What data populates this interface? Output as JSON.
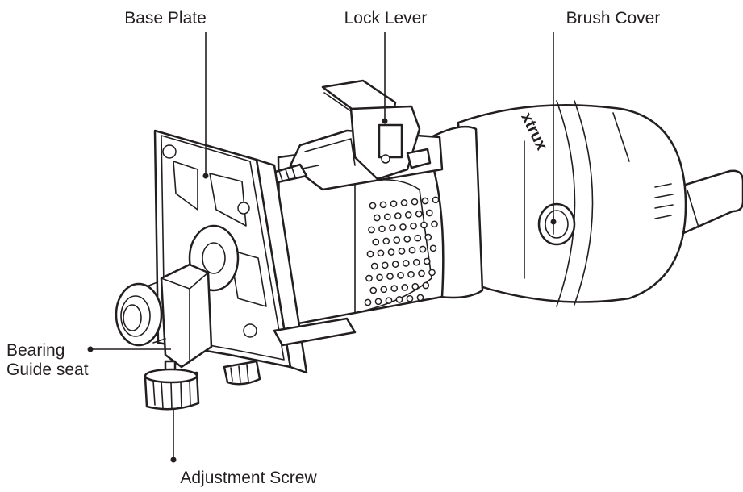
{
  "labels": {
    "base_plate": "Base Plate",
    "lock_lever": "Lock Lever",
    "brush_cover": "Brush Cover",
    "bearing_line1": "Bearing",
    "bearing_line2": "Guide seat",
    "adjustment_screw": "Adjustment Screw"
  },
  "brand_mark": "xtrux"
}
